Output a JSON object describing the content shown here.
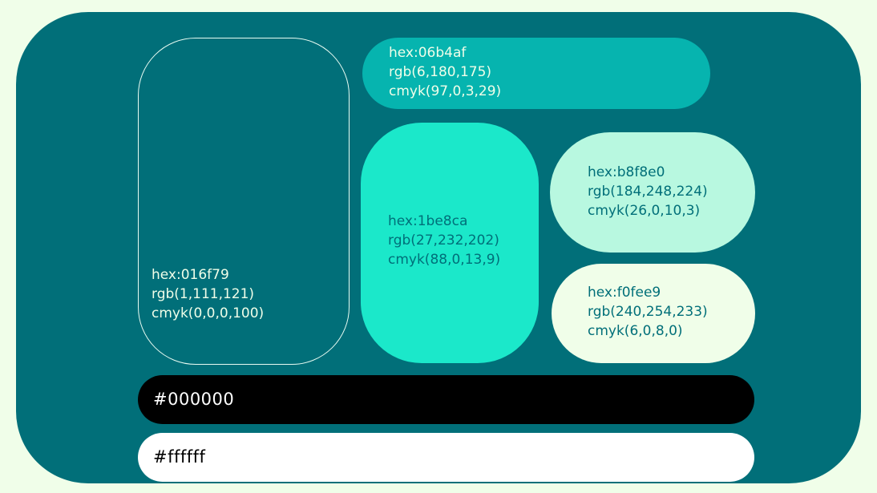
{
  "colors": {
    "background": "#f0fee9",
    "panel": "#016f79"
  },
  "swatches": [
    {
      "id": "base",
      "hex": "hex:016f79",
      "rgb": "rgb(1,111,121)",
      "cmyk": "cmyk(0,0,0,100)",
      "fill": "#016f79"
    },
    {
      "id": "teal",
      "hex": "hex:06b4af",
      "rgb": "rgb(6,180,175)",
      "cmyk": "cmyk(97,0,3,29)",
      "fill": "#06b4af"
    },
    {
      "id": "aqua",
      "hex": "hex:1be8ca",
      "rgb": "rgb(27,232,202)",
      "cmyk": "cmyk(88,0,13,9)",
      "fill": "#1be8ca"
    },
    {
      "id": "mint",
      "hex": "hex:b8f8e0",
      "rgb": "rgb(184,248,224)",
      "cmyk": "cmyk(26,0,10,3)",
      "fill": "#b8f8e0"
    },
    {
      "id": "pale",
      "hex": "hex:f0fee9",
      "rgb": "rgb(240,254,233)",
      "cmyk": "cmyk(6,0,8,0)",
      "fill": "#f0fee9"
    }
  ],
  "bars": [
    {
      "id": "black",
      "label": "#000000",
      "fill": "#000000"
    },
    {
      "id": "white",
      "label": "#ffffff",
      "fill": "#ffffff"
    }
  ]
}
